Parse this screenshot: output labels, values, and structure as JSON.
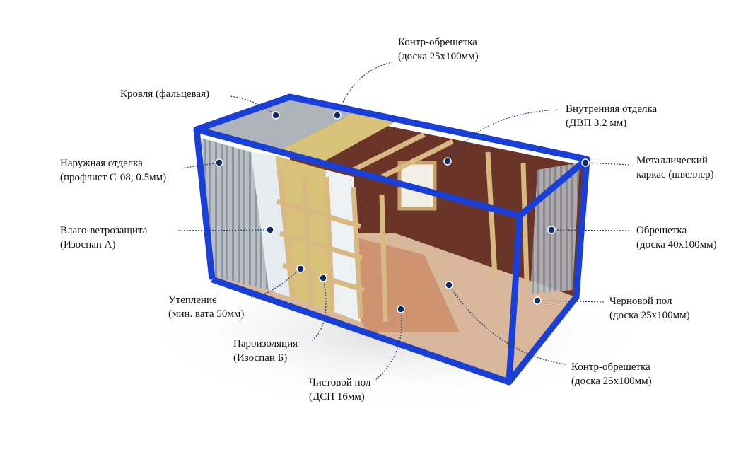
{
  "title": "Container structure diagram",
  "colors": {
    "frame": "#1a3fd6",
    "marker": "#0d2a66",
    "leader": "#1f3f8a"
  },
  "labels": [
    {
      "id": "counter-batten-top",
      "line1": "Контр-обрешетка",
      "line2": "(доска 25х100мм)"
    },
    {
      "id": "roof",
      "line1": "Кровля (фальцевая)",
      "line2": ""
    },
    {
      "id": "interior-finish",
      "line1": "Внутренняя отделка",
      "line2": "(ДВП 3.2 мм)"
    },
    {
      "id": "exterior-finish",
      "line1": "Наружная отделка",
      "line2": "(профлист С-08, 0.5мм)"
    },
    {
      "id": "metal-frame",
      "line1": "Металлический",
      "line2": "каркас (швеллер)"
    },
    {
      "id": "wind-barrier",
      "line1": "Влаго-ветрозащита",
      "line2": "(Изоспан А)"
    },
    {
      "id": "batten",
      "line1": "Обрешетка",
      "line2": "(доска 40х100мм)"
    },
    {
      "id": "insulation",
      "line1": "Утепление",
      "line2": "(мин. вата 50мм)"
    },
    {
      "id": "subfloor",
      "line1": "Черновой пол",
      "line2": "(доска 25х100мм)"
    },
    {
      "id": "vapor-barrier",
      "line1": "Пароизоляция",
      "line2": "(Изоспан Б)"
    },
    {
      "id": "counter-batten-bottom",
      "line1": "Контр-обрешетка",
      "line2": "(доска 25х100мм)"
    },
    {
      "id": "finish-floor",
      "line1": "Чистовой пол",
      "line2": "(ДСП 16мм)"
    }
  ]
}
